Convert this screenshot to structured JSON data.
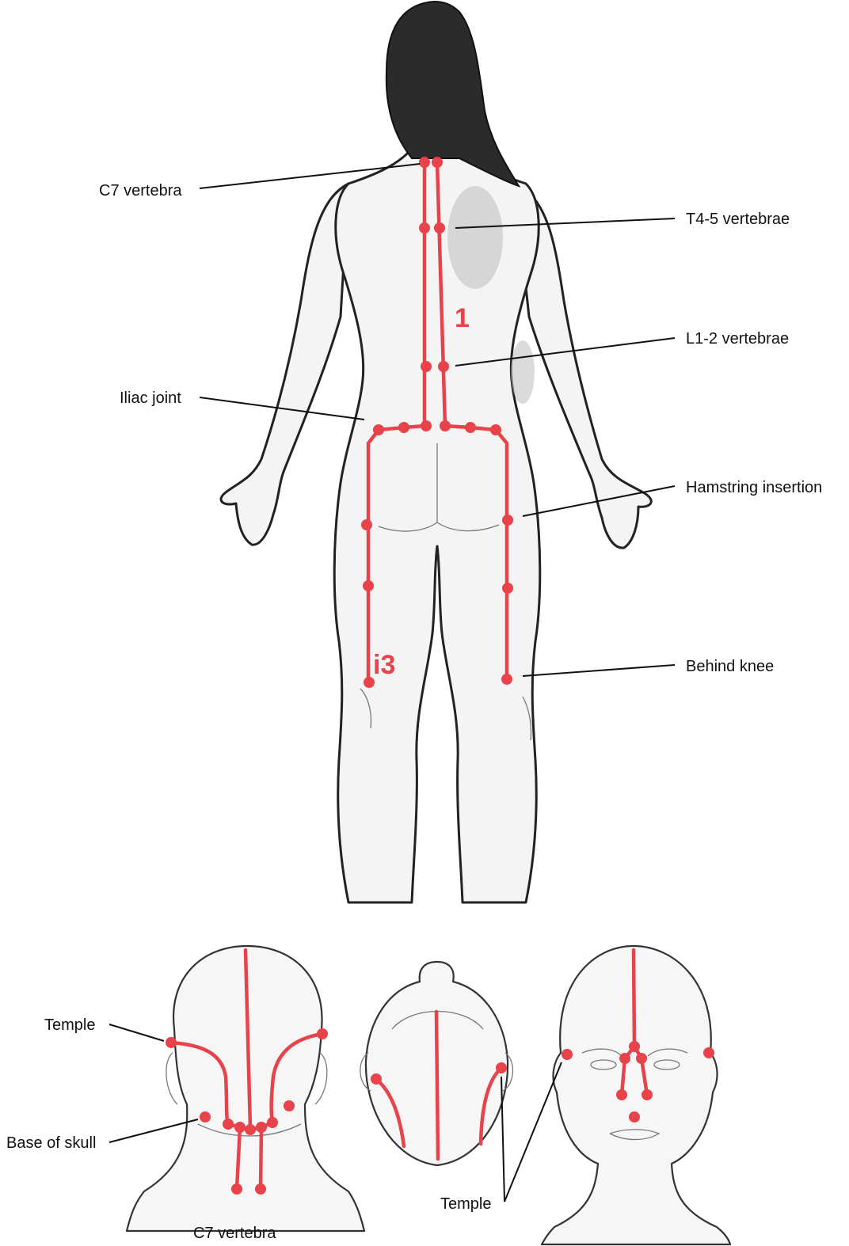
{
  "labels": {
    "c7_top": "C7 vertebra",
    "t45": "T4-5 vertebrae",
    "l12": "L1-2 vertebrae",
    "iliac": "Iliac joint",
    "hamstring": "Hamstring insertion",
    "behind_knee": "Behind knee",
    "temple_left": "Temple",
    "base_skull": "Base of skull",
    "c7_bottom": "C7 vertebra",
    "temple_bottom": "Temple"
  },
  "route_numbers": {
    "spine": "1",
    "legs": "i3"
  },
  "colors": {
    "route": "#e8424a",
    "outline": "#222222",
    "leader": "#111111"
  }
}
